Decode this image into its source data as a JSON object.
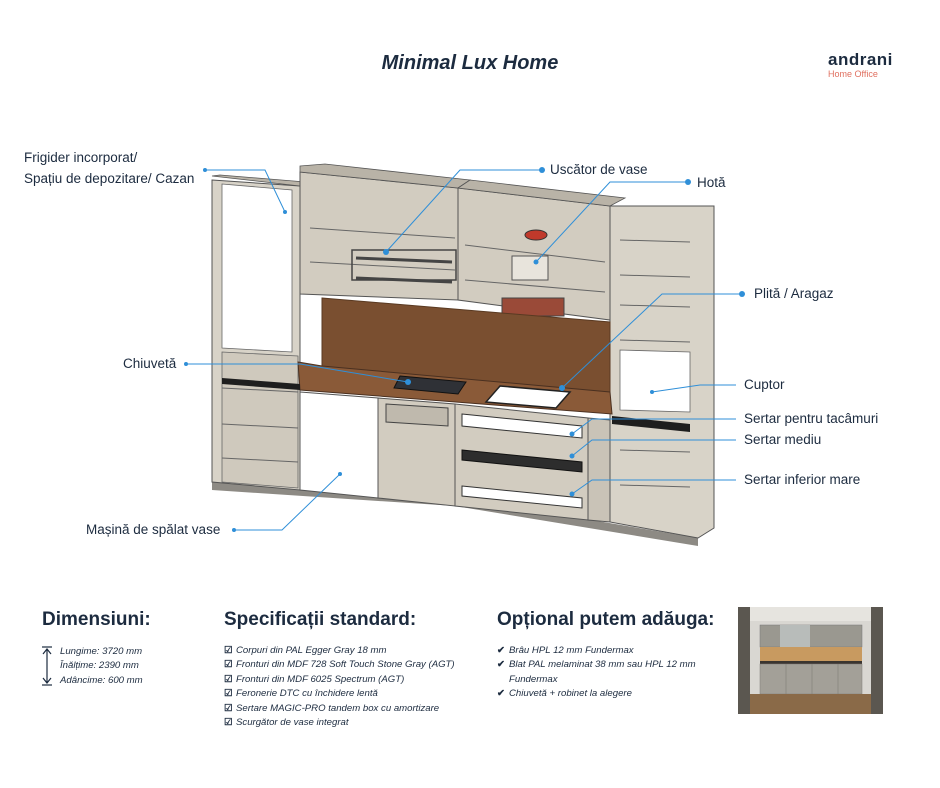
{
  "header": {
    "title": "Minimal Lux Home",
    "brand_name": "andrani",
    "brand_sub": "Home Office"
  },
  "callouts": {
    "fridge_line1": "Frigider incorporat/",
    "fridge_line2": "Spațiu de depozitare/ Cazan",
    "dish_rack": "Uscător de vase",
    "hood": "Hotă",
    "hob": "Plită / Aragaz",
    "sink": "Chiuvetă",
    "oven": "Cuptor",
    "cutlery_drawer": "Sertar pentru tacâmuri",
    "medium_drawer": "Sertar mediu",
    "large_drawer": "Sertar inferior mare",
    "dishwasher": "Mașină de spălat vase"
  },
  "dimensions": {
    "title": "Dimensiuni:",
    "items": [
      "Lungime: 3720 mm",
      "Înălțime: 2390 mm",
      "Adâncime: 600 mm"
    ]
  },
  "standard": {
    "title": "Specificații standard:",
    "items": [
      "Corpuri din PAL Egger Gray 18 mm",
      "Fronturi din MDF 728 Soft Touch Stone Gray (AGT)",
      "Fronturi din MDF 6025 Spectrum (AGT)",
      "Feronerie DTC cu închidere lentă",
      "Sertare MAGIC-PRO tandem box cu amortizare",
      "Scurgător de vase integrat"
    ]
  },
  "optional": {
    "title": "Opțional putem adăuga:",
    "items": [
      "Brâu HPL 12 mm Fundermax",
      "Blat PAL melaminat 38 mm sau HPL 12 mm",
      "Fundermax",
      "Chiuvetă + robinet la alegere"
    ]
  },
  "icons": {
    "check": "check-icon",
    "height_arrow": "double-arrow-icon"
  },
  "colors": {
    "accent_blue": "#2f8fd8",
    "text_navy": "#1c2b3f",
    "wood": "#7a4f30",
    "cabinet_gray": "#c9c3b7",
    "brand_accent": "#e07060"
  }
}
